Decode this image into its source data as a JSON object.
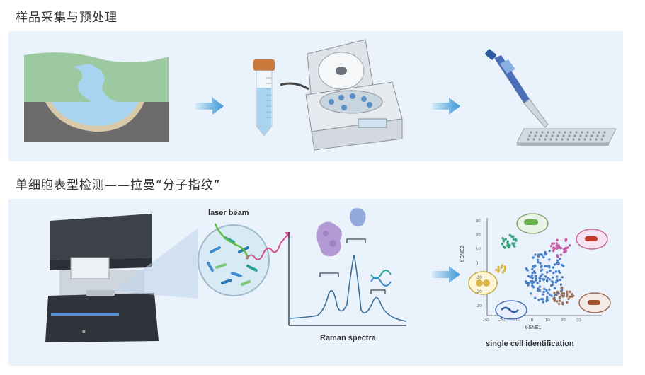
{
  "section1": {
    "title": "样品采集与预处理"
  },
  "section2": {
    "title": "单细胞表型检测——拉曼“分子指纹”"
  },
  "labels": {
    "laser_beam": "laser beam",
    "raman_spectra": "Raman spectra",
    "single_cell_identification": "single cell identification"
  },
  "tsne": {
    "xlabel": "t-SNE1",
    "ylabel": "t-SNE2",
    "xticks": [
      "-30",
      "-20",
      "-10",
      "0",
      "10",
      "20",
      "30"
    ],
    "yticks": [
      "30",
      "20",
      "10",
      "0",
      "-10",
      "-20",
      "-30"
    ]
  },
  "colors": {
    "panel_bg": "#eaf2fb",
    "arrow": "#4a9fd8",
    "spectrum": "#3b6f9c",
    "accent_blue": "#4a6fb8"
  }
}
